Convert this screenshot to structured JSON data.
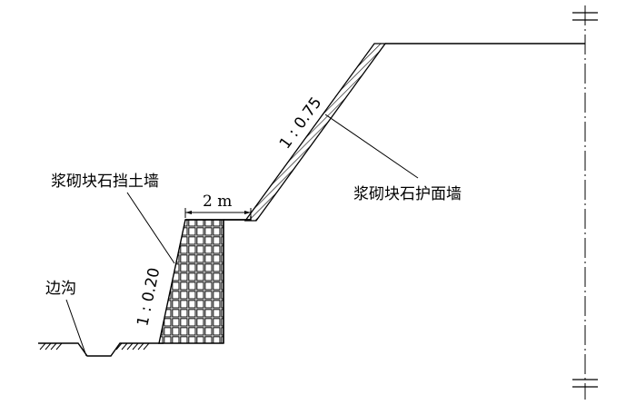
{
  "labels": {
    "retaining_wall": "浆砌块石挡土墙",
    "protection_wall": "浆砌块石护面墙",
    "ditch": "边沟",
    "berm_width": "2 m",
    "upper_slope_ratio": "1 : 0.75",
    "lower_slope_ratio": "1 : 0.20"
  }
}
